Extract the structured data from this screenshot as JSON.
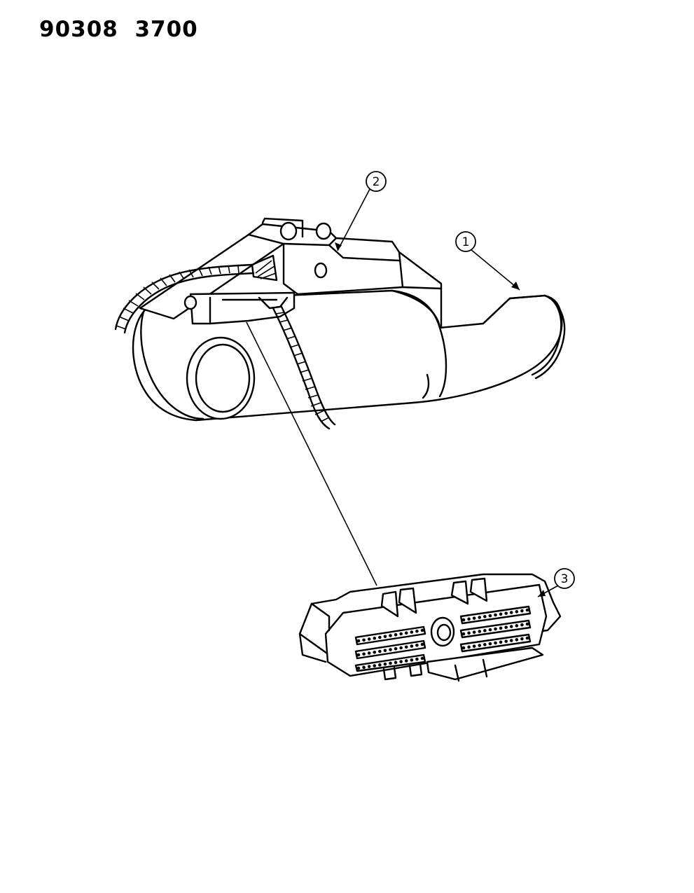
{
  "header": {
    "diagram_number": "90308",
    "page_number": "3700"
  },
  "callouts": [
    {
      "id": "c1",
      "label": "1"
    },
    {
      "id": "c2",
      "label": "2"
    },
    {
      "id": "c3",
      "label": "3"
    }
  ],
  "colors": {
    "line": "#000000",
    "background": "#ffffff"
  }
}
